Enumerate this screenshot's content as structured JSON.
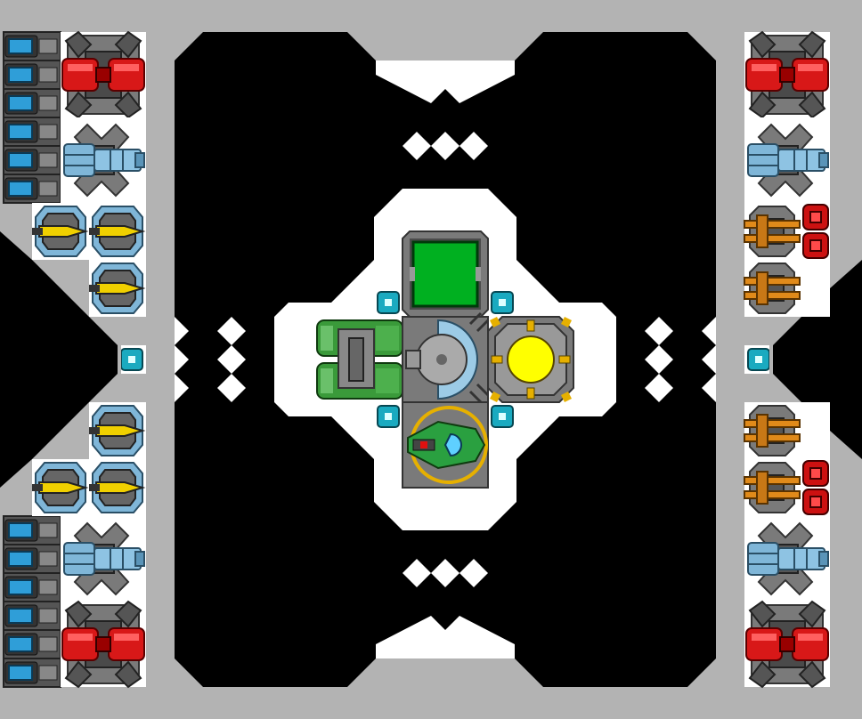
{
  "app": {
    "title": ""
  },
  "colors": {
    "background": "#000000",
    "hull": "#b3b3b3",
    "floor": "#ffffff",
    "panel_dark": "#4a4a4a",
    "panel_mid": "#7a7a7a",
    "heavy_cannon": "#d81818",
    "railgun": "#7fb6d8",
    "missile_pod": "#f0d000",
    "flak_turret": "#e08a1a",
    "ammo_box": "#cc1111",
    "battery_cell": "#2f9ed8",
    "node": "#1aaac0",
    "shield_pad": "#00b020",
    "reactor_core": "#ffff00",
    "thruster": "#3a9a3a",
    "command_pod": "#2aa040",
    "cockpit_ring": "#e6b000"
  },
  "ship": {
    "modules": [
      {
        "id": "shield-generator",
        "kind": "shield",
        "icon": "shield-pad-icon"
      },
      {
        "id": "reactor",
        "kind": "power",
        "icon": "reactor-core-icon"
      },
      {
        "id": "gyroscope",
        "kind": "utility",
        "icon": "gyro-icon"
      },
      {
        "id": "thrusters",
        "kind": "engine",
        "icon": "thruster-icon"
      },
      {
        "id": "command",
        "kind": "cockpit",
        "icon": "command-pod-icon"
      }
    ],
    "left_weapons": [
      "heavy-cannon",
      "railgun",
      "missile-pod",
      "missile-pod",
      "missile-pod",
      "missile-pod",
      "missile-pod",
      "missile-pod",
      "railgun",
      "heavy-cannon"
    ],
    "right_weapons": [
      "heavy-cannon",
      "railgun",
      "flak-turret",
      "flak-turret",
      "flak-turret",
      "flak-turret",
      "railgun",
      "heavy-cannon"
    ],
    "battery_cells": 12,
    "connection_nodes": 6
  }
}
